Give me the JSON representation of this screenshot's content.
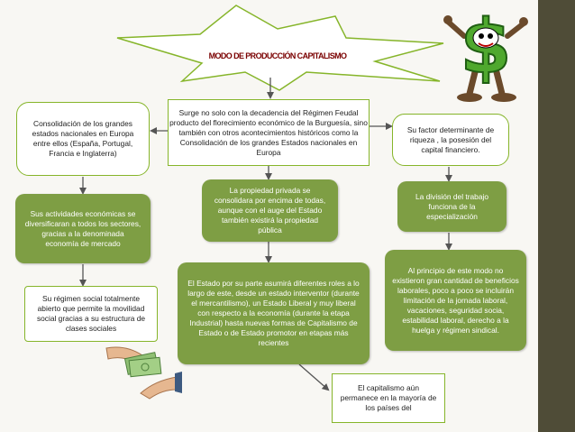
{
  "title": "MODO DE PRODUCCIÓN CAPITALISMO",
  "colors": {
    "accent_green": "#86b52a",
    "box_fill": "#7e9e44",
    "title_red": "#7a0000",
    "side_bar": "#4f4c37"
  },
  "boxes": {
    "center_top": "Surge no solo con la decadencia del Régimen Feudal producto del florecimiento económico de la Burguesía, sino también con otros acontecimientos históricos como la Consolidación de los grandes Estados nacionales en Europa",
    "left_top": "Consolidación de los grandes estados nacionales en Europa entre ellos (España, Portugal, Francia e Inglaterra)",
    "right_top": "Su factor determinante de riqueza , la posesión del capital financiero.",
    "left_mid": "Sus actividades económicas se diversificaran a todos los sectores, gracias a la denominada economía de mercado",
    "center_mid": "La propiedad privada se consolidara por encima de todas, aunque con el auge del Estado también existirá la propiedad pública",
    "right_mid": "La división del trabajo funciona de la especialización",
    "left_low": "Su régimen social totalmente abierto que permite la movilidad social gracias a su estructura de clases sociales",
    "center_low": "El Estado por su parte asumirá diferentes roles a lo largo de este, desde un estado interventor (durante el mercantilismo), un Estado Liberal y muy liberal con respecto a la economía (durante la etapa Industrial) hasta nuevas formas de Capitalismo de Estado o de Estado promotor en etapas más recientes",
    "right_low": "Al principio de este modo no existieron gran cantidad de beneficios laborales, poco a poco se incluirán limitación de la jornada laboral, vacaciones, seguridad socia, estabilidad laboral, derecho a la huelga y régimen sindical.",
    "bottom": "El capitalismo aún permanece en la mayoría de los países del"
  },
  "images": {
    "top_right": "dollar-sign-character",
    "bottom_left": "money-exchange-hands"
  }
}
